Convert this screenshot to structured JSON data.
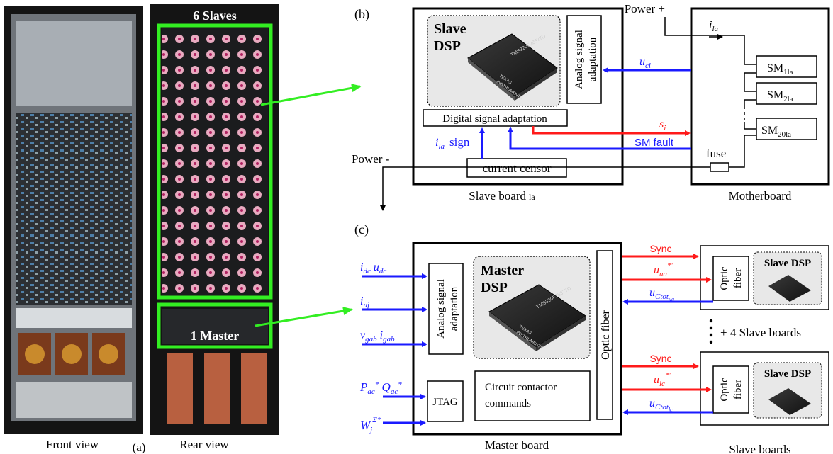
{
  "photos": {
    "label_a": "(a)",
    "front_caption": "Front view",
    "rear_caption": "Rear view",
    "slaves_label": "6 Slaves",
    "master_label": "1 Master"
  },
  "panel_b": {
    "label": "(b)",
    "power_plus": "Power +",
    "power_minus": "Power -",
    "slave_dsp": [
      "Slave",
      "DSP"
    ],
    "chip_text": "TMS320F28377D",
    "chip_brand": [
      "TEXAS",
      "INSTRUMENTS"
    ],
    "analog_adapt": [
      "Analog signal",
      "adaptation"
    ],
    "digital_adapt": "Digital signal adaptation",
    "current_sensor": "current censor",
    "sign_suffix": "sign",
    "sm_fault": "SM fault",
    "fuse": "fuse",
    "slave_board_caption": "Slave board",
    "slave_board_sub": "la",
    "motherboard_caption": "Motherboard",
    "sm_boxes": [
      {
        "name": "SM",
        "sub": "1la"
      },
      {
        "name": "SM",
        "sub": "2la"
      },
      {
        "name": "SM",
        "sub": "20la"
      }
    ]
  },
  "panel_c": {
    "label": "(c)",
    "master_dsp": [
      "Master",
      "DSP"
    ],
    "analog_adapt": [
      "Analog signal",
      "adaptation"
    ],
    "optic_fiber": "Optic fiber",
    "jtag": "JTAG",
    "contactor": [
      "Circuit contactor",
      "commands"
    ],
    "master_board_caption": "Master board",
    "slave_boards_caption": "Slave boards",
    "sync": "Sync",
    "slave_dsp": "Slave DSP",
    "optic_short": [
      "Optic",
      "fiber"
    ],
    "more_slaves": "+ 4 Slave boards"
  },
  "colors": {
    "blue": "#1a1aff",
    "red": "#ff1a1a",
    "green": "#33ee22",
    "dsp_bg": "#e8e8e8"
  }
}
